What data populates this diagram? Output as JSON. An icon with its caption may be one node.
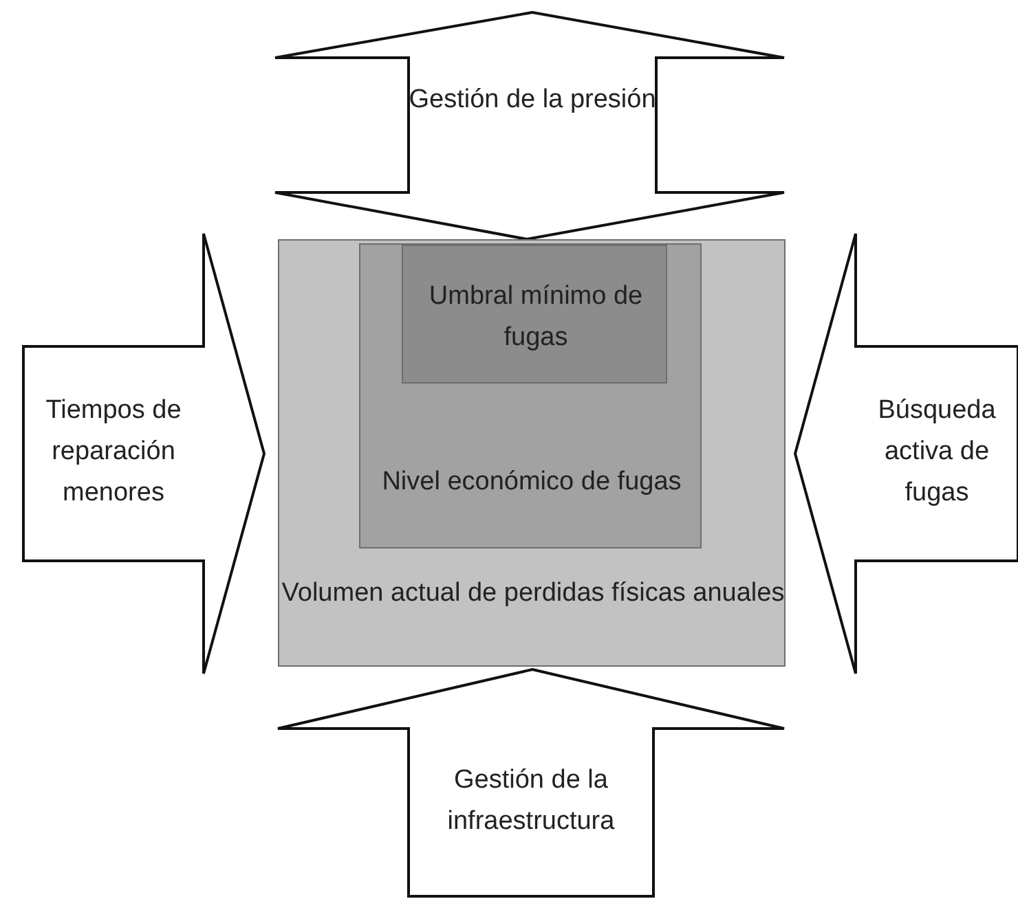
{
  "diagram": {
    "nodes": [
      {
        "text": [
          "Gestión de la presión"
        ]
      },
      {
        "text": [
          "Tiempos de reparación menores"
        ]
      },
      {
        "text": [
          "Volumen actual de perdidas físicas anuales"
        ]
      },
      {
        "text": [
          "Nivel económico de fugas"
        ],
        "in": 2
      },
      {
        "text": [
          "Umbral mínimo de fugas"
        ],
        "in": 3
      },
      {
        "text": [
          "Búsqueda activa de fugas"
        ]
      },
      {
        "text": [
          "Gestión de la infraestructura"
        ]
      }
    ]
  }
}
